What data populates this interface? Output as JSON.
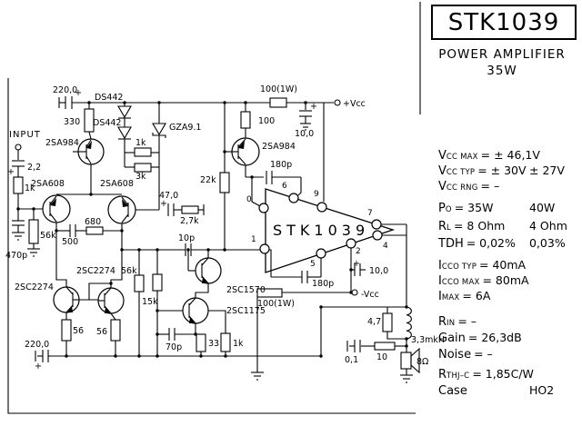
{
  "title_block": {
    "part_number": "STK1039",
    "subtitle": "POWER AMPLIFIER",
    "power": "35W"
  },
  "specs": {
    "r1": {
      "sym": "V",
      "sub": "CC MAX",
      "rest": "= ± 46,1V",
      "extra": ""
    },
    "r2": {
      "sym": "V",
      "sub": "CC TYP",
      "rest": "= ± 30V",
      "extra": "± 27V"
    },
    "r3": {
      "sym": "V",
      "sub": "CC RNG",
      "rest": "=  –",
      "extra": ""
    },
    "r4": {
      "sym": "P",
      "sub": "O",
      "rest": "= 35W",
      "extra": "40W"
    },
    "r5": {
      "sym": "R",
      "sub": "L",
      "rest": "= 8 Ohm",
      "extra": "4 Ohm"
    },
    "r6": {
      "sym": "TDH",
      "sub": "",
      "rest": "= 0,02%",
      "extra": "0,03%"
    },
    "r7": {
      "sym": "I",
      "sub": "CCO TYP",
      "rest": "= 40mA",
      "extra": ""
    },
    "r8": {
      "sym": "I",
      "sub": "CCO MAX",
      "rest": "= 80mA",
      "extra": ""
    },
    "r9": {
      "sym": "I",
      "sub": "MAX",
      "rest": "=  6A",
      "extra": ""
    },
    "r10": {
      "sym": "R",
      "sub": "IN",
      "rest": "=  –",
      "extra": ""
    },
    "r11": {
      "sym": "Gain",
      "sub": "",
      "rest": "= 26,3dB",
      "extra": ""
    },
    "r12": {
      "sym": "Noise",
      "sub": "",
      "rest": "=  –",
      "extra": ""
    },
    "r13": {
      "sym": "R",
      "sub": "THJ–C",
      "rest": "= 1,85C/W",
      "extra": ""
    },
    "r14": {
      "sym": "Case",
      "sub": "",
      "rest": "",
      "extra": "HO2"
    }
  },
  "sch": {
    "plus": "+",
    "input": "INPUT",
    "c220_top": "220,0",
    "c220_bot": "220,0",
    "ds442a": "DS442",
    "ds442b": "DS442",
    "r330": "330",
    "gza": "GZA9.1",
    "r1k_mid": "1k",
    "r3k": "3k",
    "r22k": "22k",
    "q1": "2SA984",
    "q8": "2SA984",
    "q2": "2SA608",
    "q3": "2SA608",
    "q4": "2SC2274",
    "q5": "2SC2274",
    "q6": "2SC1570",
    "q7": "2SC1175",
    "r100w_top": "100(1W)",
    "r100w_bot": "100(1W)",
    "r100": "100",
    "c10_top": "10,0",
    "c10_bot": "10,0",
    "c180p_top": "180p",
    "c180p_bot": "180p",
    "c2_2": "2,2",
    "r1k_in": "1k",
    "r56k_in": "56k",
    "c470p": "470p",
    "c47": "47,0",
    "r2_7k": "2,7k",
    "r680": "680",
    "c500": "500",
    "c10p": "10p",
    "r56k_mid": "56k",
    "r15k": "15k",
    "r56_l": "56",
    "r56_r": "56",
    "c70p": "70p",
    "r33": "33",
    "r1k_bot": "1k",
    "r4_7": "4,7",
    "coil": "3,3mkH",
    "c0_1": "0,1",
    "r10": "10",
    "spk": "8Ω",
    "vcc_p": "+Vcc",
    "vcc_n": "-Vcc",
    "ic": "STK1039",
    "pins": {
      "p0": "0",
      "p1": "1",
      "p2": "2",
      "p4": "4",
      "p5": "5",
      "p6": "6",
      "p7": "7",
      "p9": "9"
    }
  }
}
